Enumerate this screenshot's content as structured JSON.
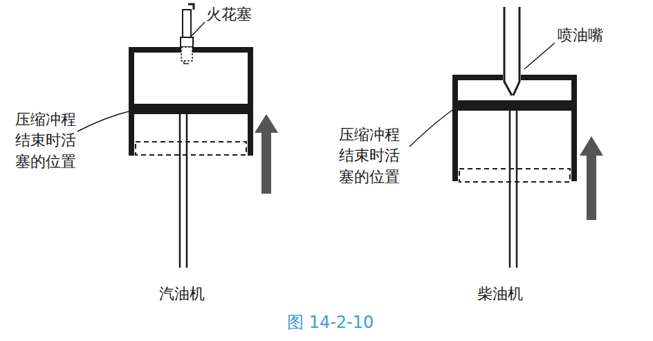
{
  "diagram": {
    "caption": "图 14-2-10",
    "labels": [
      "火花塞",
      "压缩冲程结束时活塞的位置",
      "喷油嘴",
      "压缩冲程结束时活塞的位置",
      "汽油机",
      "柴油机"
    ]
  }
}
